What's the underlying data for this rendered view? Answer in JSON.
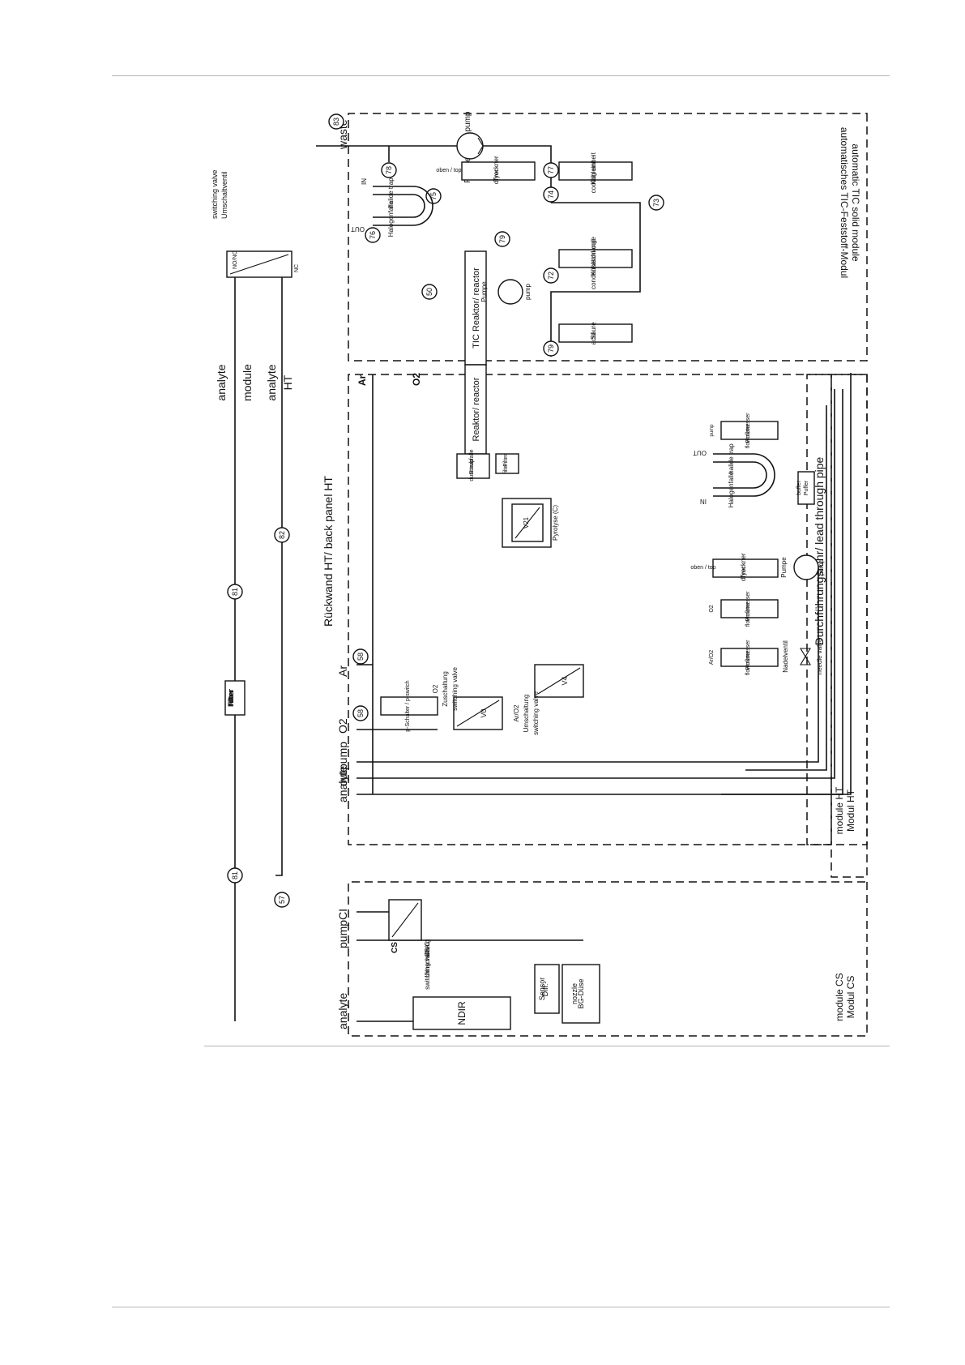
{
  "diagram": {
    "modules": {
      "tic_solid": [
        "automatisches TIC-Feststoff-Modul",
        "automatic TIC solid module"
      ],
      "back_panel": "Rückwand HT/ back panel HT",
      "lead_through": "Durchführungsrohr/ lead through pipe",
      "module_ht": [
        "Modul HT",
        "module HT"
      ],
      "module_cs": [
        "Modul CS",
        "module CS"
      ]
    },
    "components": {
      "pump_top": [
        "Pumpe",
        "pump"
      ],
      "trockner_top": [
        "Trockner",
        "dryer"
      ],
      "oben_top": [
        "oben",
        "top"
      ],
      "kuehleinheit": [
        "Kühleinheit",
        "cooling unit"
      ],
      "halide_trap_top": [
        "Halogenfalle",
        "halide trap"
      ],
      "in_label": "IN",
      "out_label": "OUT",
      "kuehlschlange": [
        "Kühlschlange",
        "condensation coil"
      ],
      "tic_reactor": "TIC Reaktor/ reactor",
      "pump_mid": [
        "Pumpe",
        "pump"
      ],
      "saeure": [
        "Säure",
        "acid"
      ],
      "switching_valve_top": [
        "Umschaltventil",
        "switching valve"
      ],
      "no_nc_label": "NO/NC",
      "nc_label": "NC",
      "reactor": "Reaktor/ reactor",
      "staubfalle": [
        "Staubfalle",
        "dust trap"
      ],
      "filter_small": [
        "Filter",
        "filter"
      ],
      "pyrolyse_valve": "V21",
      "pyrolyse_label": "Pyrolyse (C)",
      "trockner_mid": [
        "Trockner",
        "dryer"
      ],
      "oben_mid": [
        "oben",
        "top"
      ],
      "halide_trap_mid": [
        "Halogenfalle",
        "halide trap"
      ],
      "flow_o2": [
        "Flußmesser",
        "flowmeter"
      ],
      "flow_o2_tag": "O2",
      "flow_ar": [
        "Flußmesser",
        "flowmeter"
      ],
      "flow_ar_tag": "Ar/O2",
      "flow_pump": [
        "Flußmesser",
        "flowmeter"
      ],
      "flow_pump_tag": "pump",
      "puffer": [
        "Puffer",
        "buffer"
      ],
      "pump_right": [
        "Pumpe",
        "pump"
      ],
      "needle_valve": [
        "Nadelventil",
        "needle valve"
      ],
      "v4": "V4",
      "v0": "V0",
      "o2_switch": [
        "O2",
        "Zuschaltung",
        "switching valve"
      ],
      "aro2_switch": [
        "Ar/O2",
        "Umschaltung",
        "switching valve"
      ],
      "p_switch": "p-Schalter / p-switch",
      "filter_main": [
        "Filter",
        "filter"
      ],
      "cs_ci_valve": [
        "CS/CI",
        "Umschaltung",
        "switching valve"
      ],
      "ndir": "NDIR",
      "diff_sensor": [
        "Diff.-",
        "Sensor"
      ],
      "bg_nozzle": [
        "BG-Düse",
        "nozzle"
      ]
    },
    "port_labels": {
      "waste": "waste",
      "analyte_module": [
        "analyte",
        "module"
      ],
      "analyte_ht": [
        "analyte",
        "HT"
      ],
      "ar": "Ar",
      "o2": "O2",
      "pump": "pump",
      "out": "out",
      "analyte": "analyte",
      "ci": "CI",
      "cs": "CS",
      "ar_back": "Ar",
      "o2_back": "O2"
    },
    "pipe_numbers": [
      "83",
      "78",
      "77",
      "75",
      "74",
      "76",
      "79",
      "73",
      "50",
      "72",
      "79",
      "82",
      "81",
      "58",
      "58",
      "81",
      "57"
    ]
  }
}
